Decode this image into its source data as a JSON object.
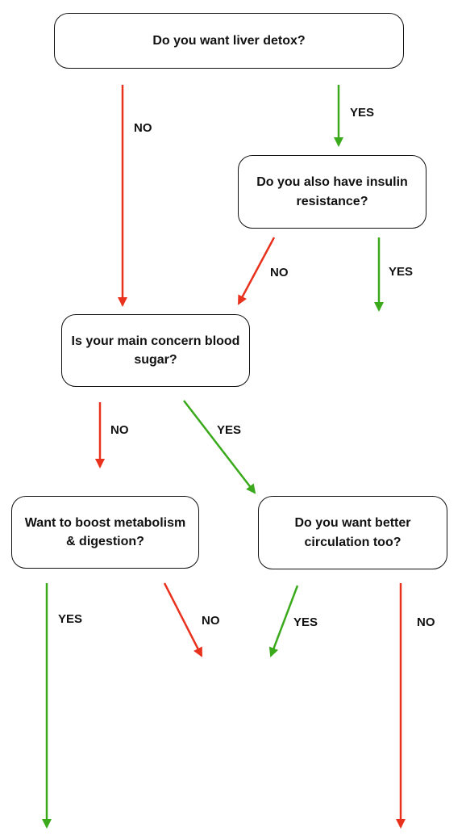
{
  "colors": {
    "yes": "#3aaa1c",
    "no": "#e8321e",
    "border": "#111111",
    "text": "#111111"
  },
  "nodes": {
    "liver_detox": "Do you want liver detox?",
    "insulin_resistance": "Do you also have insulin resistance?",
    "blood_sugar": "Is your main concern blood sugar?",
    "metabolism": "Want to boost metabolism & digestion?",
    "circulation": "Do you want better circulation too?"
  },
  "edges": {
    "liver_no": "NO",
    "liver_yes": "YES",
    "insulin_no": "NO",
    "insulin_yes": "YES",
    "blood_no": "NO",
    "blood_yes": "YES",
    "metab_yes": "YES",
    "metab_no": "NO",
    "circ_yes": "YES",
    "circ_no": "NO"
  }
}
